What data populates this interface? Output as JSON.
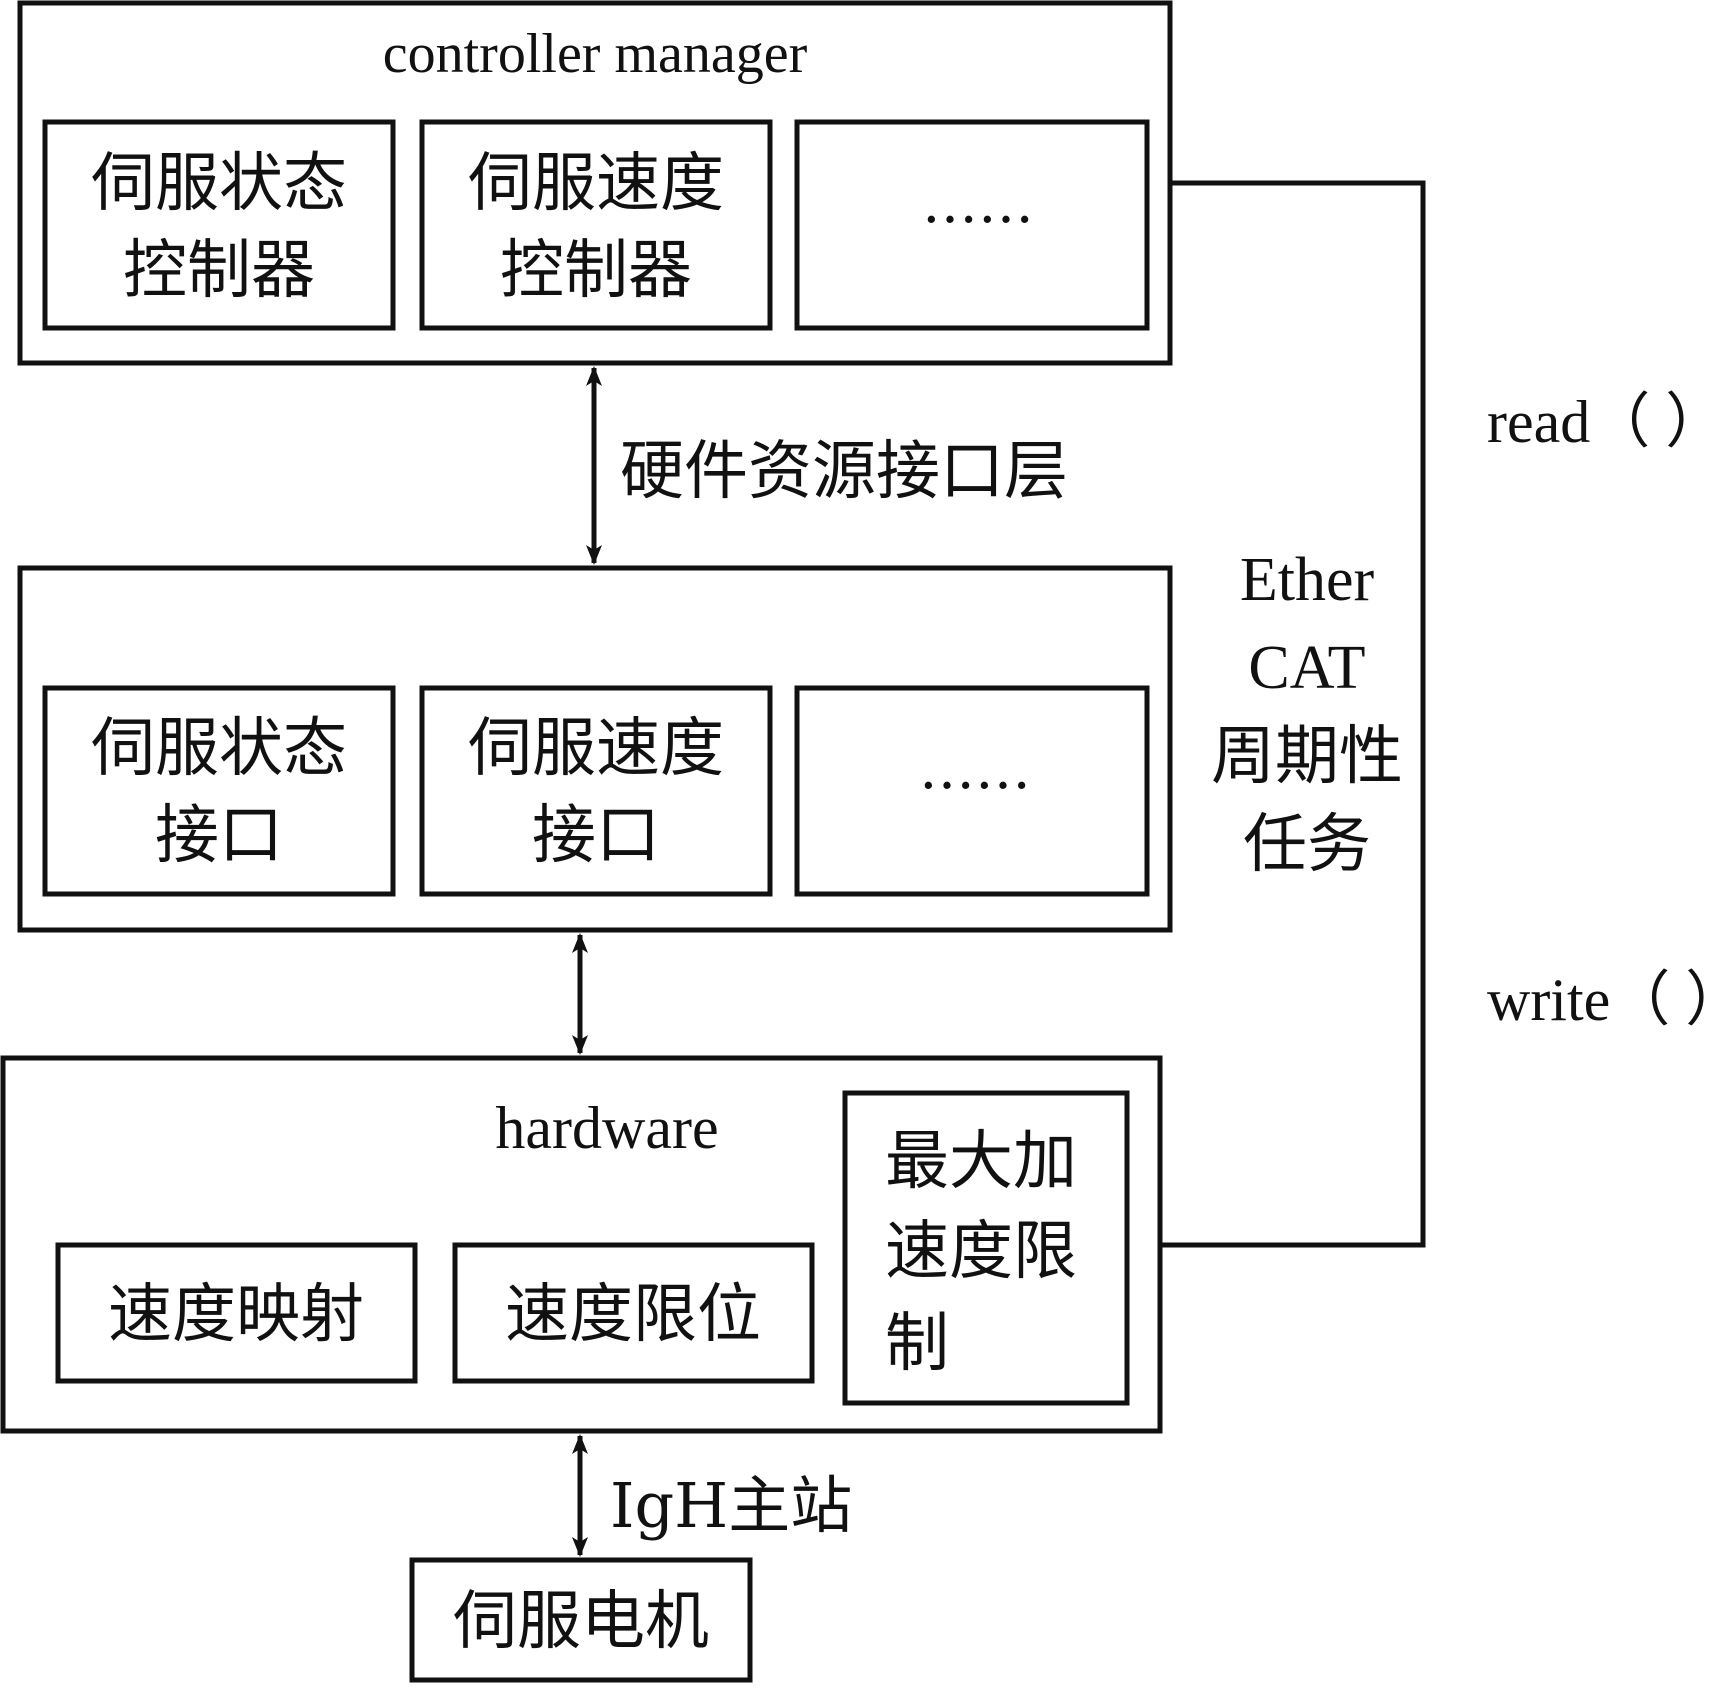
{
  "controller_manager": {
    "title": "controller manager",
    "boxes": [
      {
        "line1": "伺服状态",
        "line2": "控制器"
      },
      {
        "line1": "伺服速度",
        "line2": "控制器"
      },
      {
        "line1": "……"
      }
    ]
  },
  "hardware_resource_interface": {
    "label": "硬件资源接口层",
    "boxes": [
      {
        "line1": "伺服状态",
        "line2": "接口"
      },
      {
        "line1": "伺服速度",
        "line2": "接口"
      },
      {
        "line1": "……"
      }
    ]
  },
  "hardware": {
    "title": "hardware",
    "boxes": [
      {
        "label": "速度映射"
      },
      {
        "label": "速度限位"
      },
      {
        "line1": "最大加",
        "line2": "速度限",
        "line3": "制"
      }
    ]
  },
  "igh_link": {
    "label": "IgH主站"
  },
  "servo_motor": {
    "label": "伺服电机"
  },
  "ethercat": {
    "line1": "Ether",
    "line2": "CAT",
    "line3": "周期性",
    "line4": "任务"
  },
  "loop": {
    "read_label": "read（ ）",
    "write_label": "write（ ）"
  },
  "colors": {
    "stroke": "#111111",
    "background": "#ffffff"
  }
}
